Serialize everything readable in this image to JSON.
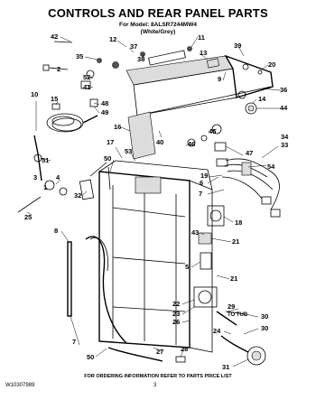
{
  "header": {
    "title": "CONTROLS AND REAR PANEL PARTS",
    "model": "For Model: 8ALSR7244MW4",
    "color": "(White/Grey)"
  },
  "footer": {
    "note": "FOR ORDERING INFORMATION REFER TO PARTS PRICE LIST",
    "doc_number": "W10307989",
    "page": "3"
  },
  "callouts": {
    "c42": "42",
    "c12": "12",
    "c11": "11",
    "c35": "35",
    "c37": "37",
    "c38": "38",
    "c13": "13",
    "c39": "39",
    "c20": "20",
    "c2": "2",
    "c52": "52",
    "c41": "41",
    "c9": "9",
    "c36": "36",
    "c10": "10",
    "c15": "15",
    "c49": "49",
    "c48": "48",
    "c14": "14",
    "c44": "44",
    "c16": "16",
    "c40": "40",
    "c46": "46",
    "c45": "45",
    "c47": "47",
    "c34": "34",
    "c33": "33",
    "c17": "17",
    "c53": "53",
    "c50": "50",
    "c51": "51",
    "c4": "4",
    "c3": "3",
    "c1": "1",
    "c54": "54",
    "c19": "19",
    "c6": "6",
    "c7": "7",
    "c32": "32",
    "c25": "25",
    "c18": "18",
    "c43": "43",
    "c21": "21",
    "c8": "8",
    "c5": "5",
    "c21b": "21",
    "c22": "22",
    "c23": "23",
    "c26": "26",
    "c29": "29",
    "c30": "30",
    "c24": "24",
    "c31": "31",
    "c27": "27",
    "c28": "28",
    "c50b": "50",
    "c30b": "30"
  },
  "annotations": {
    "to_tub": "TO TUB"
  }
}
